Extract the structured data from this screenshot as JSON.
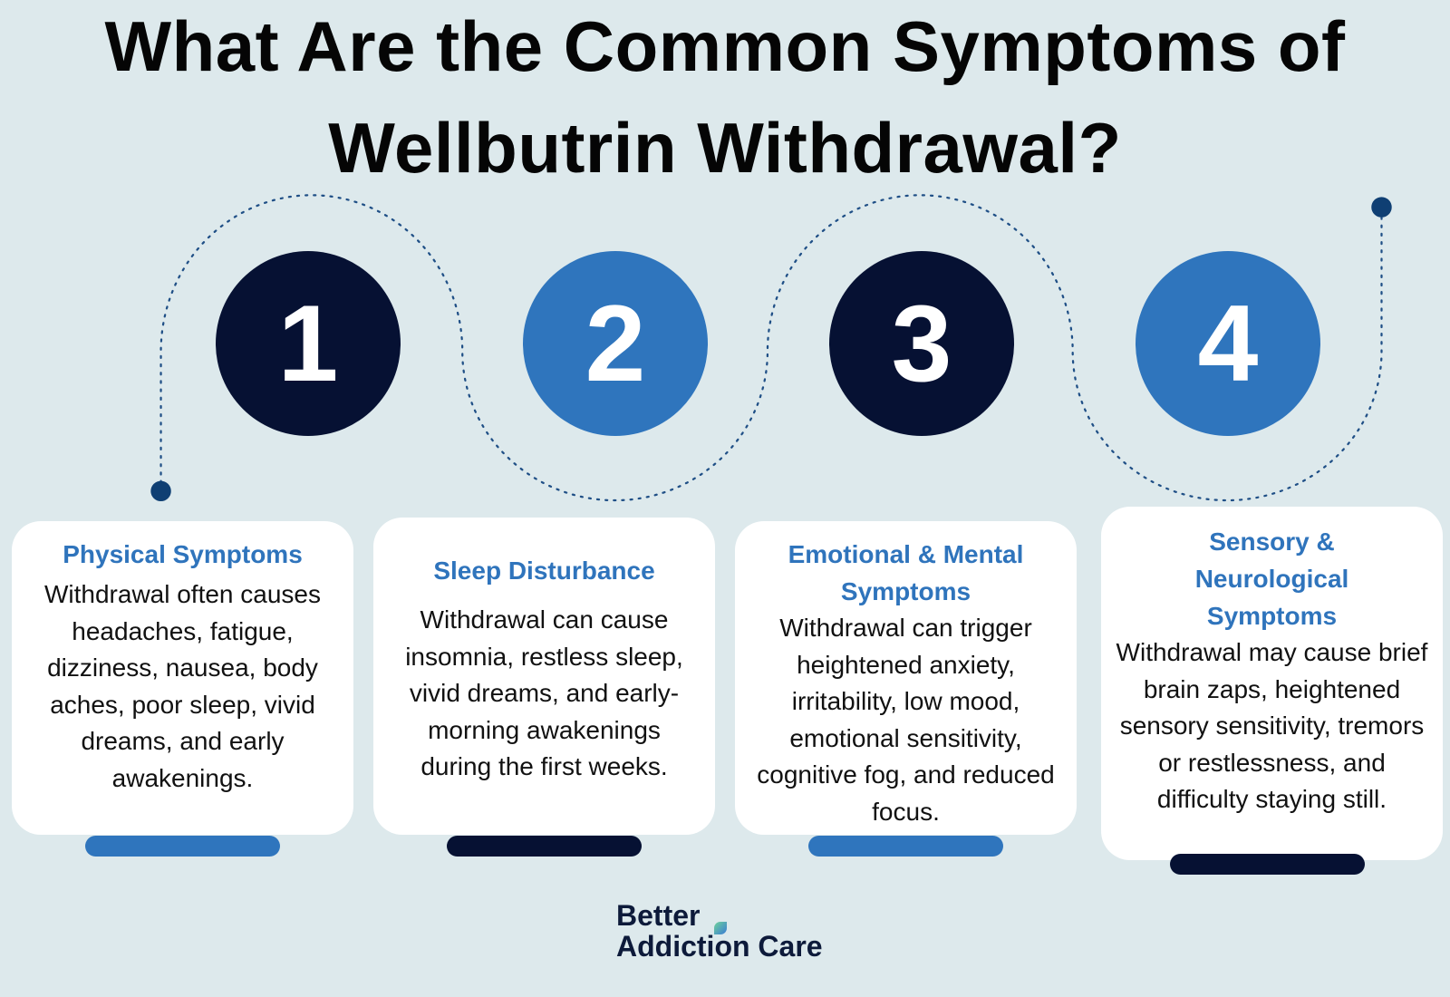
{
  "title": {
    "line1": "What Are the Common Symptoms of",
    "line2": "Wellbutrin Withdrawal?"
  },
  "colors": {
    "navy": "#061133",
    "blue": "#2f75bd",
    "background": "#dde9ec",
    "heading": "#2f74bc"
  },
  "steps": [
    {
      "number": "1",
      "heading": "Physical Symptoms",
      "body": "Withdrawal often causes headaches, fatigue, dizziness, nausea, body aches, poor sleep, vivid dreams, and early awakenings."
    },
    {
      "number": "2",
      "heading": "Sleep Disturbance",
      "body": "Withdrawal can cause insomnia, restless sleep, vivid dreams, and early-morning awakenings during the first weeks."
    },
    {
      "number": "3",
      "heading": "Emotional & Mental Symptoms",
      "body": "Withdrawal can trigger heightened anxiety, irritability, low mood, emotional sensitivity, cognitive fog, and reduced focus."
    },
    {
      "number": "4",
      "heading": "Sensory & Neurological Symptoms",
      "body": "Withdrawal may cause brief brain zaps, heightened sensory sensitivity, tremors or restlessness, and difficulty staying still."
    }
  ],
  "logo": {
    "line1": "Better",
    "line2": "Addiction Care"
  }
}
